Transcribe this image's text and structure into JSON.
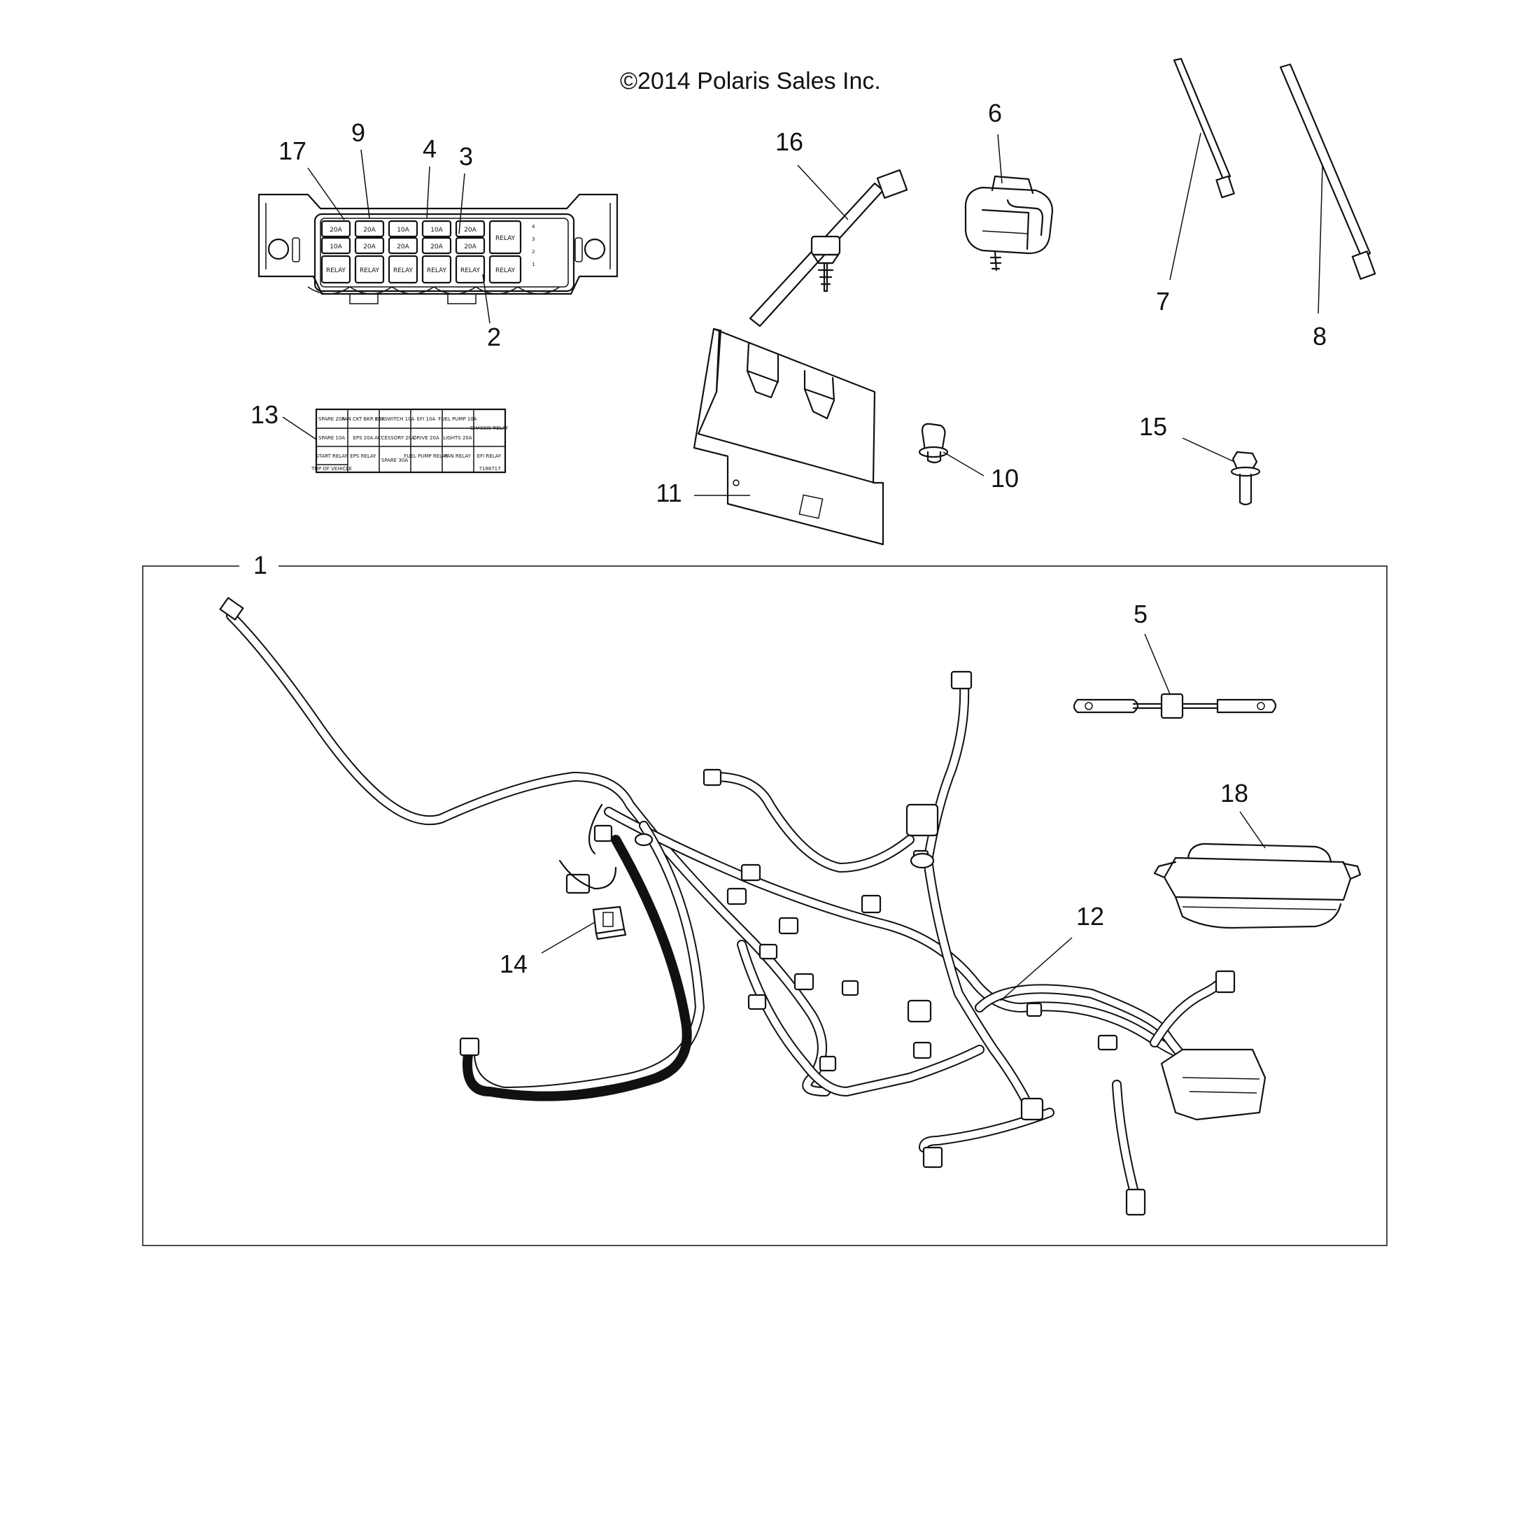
{
  "copyright": "©2014 Polaris Sales Inc.",
  "callouts": {
    "c1": "1",
    "c2": "2",
    "c3": "3",
    "c4": "4",
    "c5": "5",
    "c6": "6",
    "c7": "7",
    "c8": "8",
    "c9": "9",
    "c10": "10",
    "c11": "11",
    "c12": "12",
    "c13": "13",
    "c14": "14",
    "c15": "15",
    "c16": "16",
    "c17": "17",
    "c18": "18"
  },
  "fuse_box": {
    "row_top": [
      "20A",
      "20A",
      "10A",
      "10A",
      "20A",
      "RELAY"
    ],
    "row_mid": [
      "10A",
      "20A",
      "20A",
      "20A",
      "20A",
      ""
    ],
    "row_bottom": [
      "RELAY",
      "RELAY",
      "RELAY",
      "RELAY",
      "RELAY",
      "RELAY"
    ],
    "side_marks": [
      "4",
      "3",
      "2",
      "1"
    ]
  },
  "fuse_label": {
    "rows": [
      [
        "SPARE 20A",
        "FAN CKT BKR 20A",
        "KEYSWITCH 10A",
        "EFI 10A",
        "FUEL PUMP 10A",
        "CHASSIS RELAY"
      ],
      [
        "SPARE 10A",
        "EPS 20A",
        "ACCESSORY 20A",
        "DRIVE 20A",
        "LIGHTS 20A",
        ""
      ],
      [
        "START RELAY",
        "EPS RELAY",
        "SPARE 30A",
        "FUEL PUMP RELAY",
        "FAN RELAY",
        "EFI RELAY"
      ]
    ],
    "footer_left": "TOP OF VEHICLE",
    "footer_right": "7188717"
  }
}
